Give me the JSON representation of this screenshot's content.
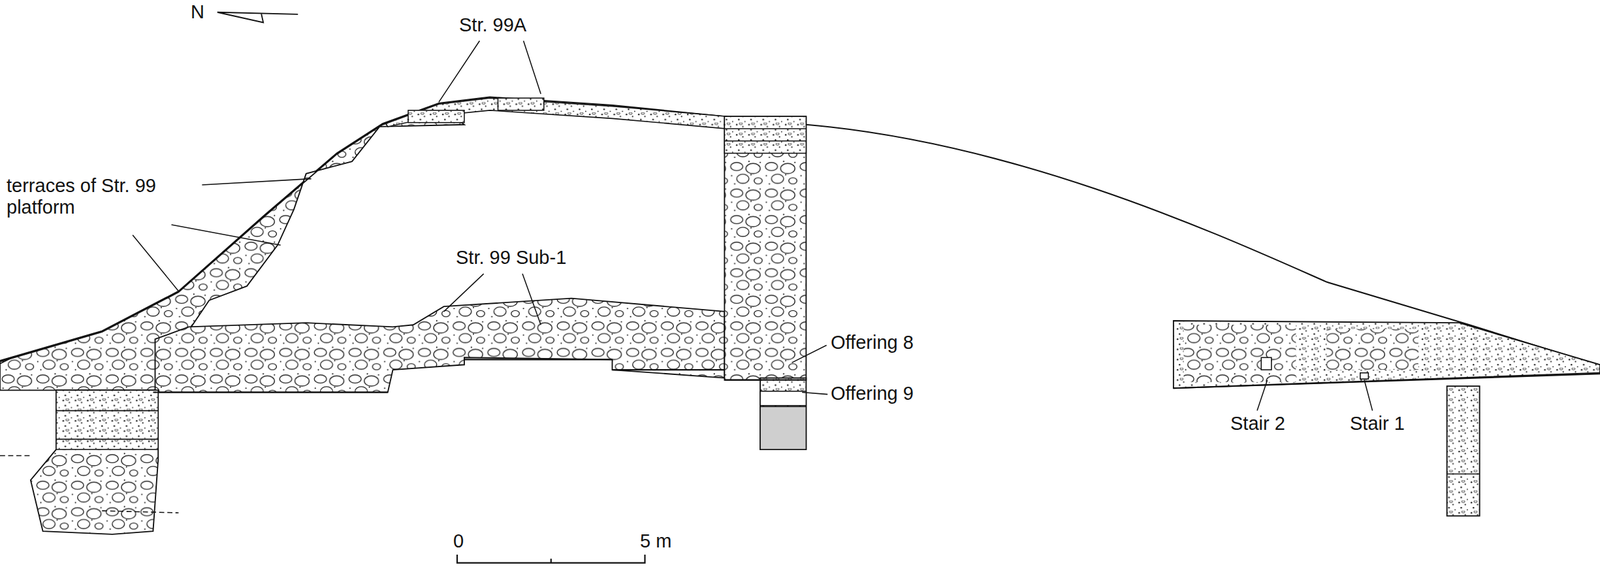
{
  "diagram": {
    "labels": [
      "N",
      "Str. 99A",
      "terraces of Str. 99 platform",
      "Str. 99 Sub-1",
      "Offering 8",
      "Offering 9",
      "Stair 2",
      "Stair 1",
      "0",
      "5 m"
    ]
  }
}
